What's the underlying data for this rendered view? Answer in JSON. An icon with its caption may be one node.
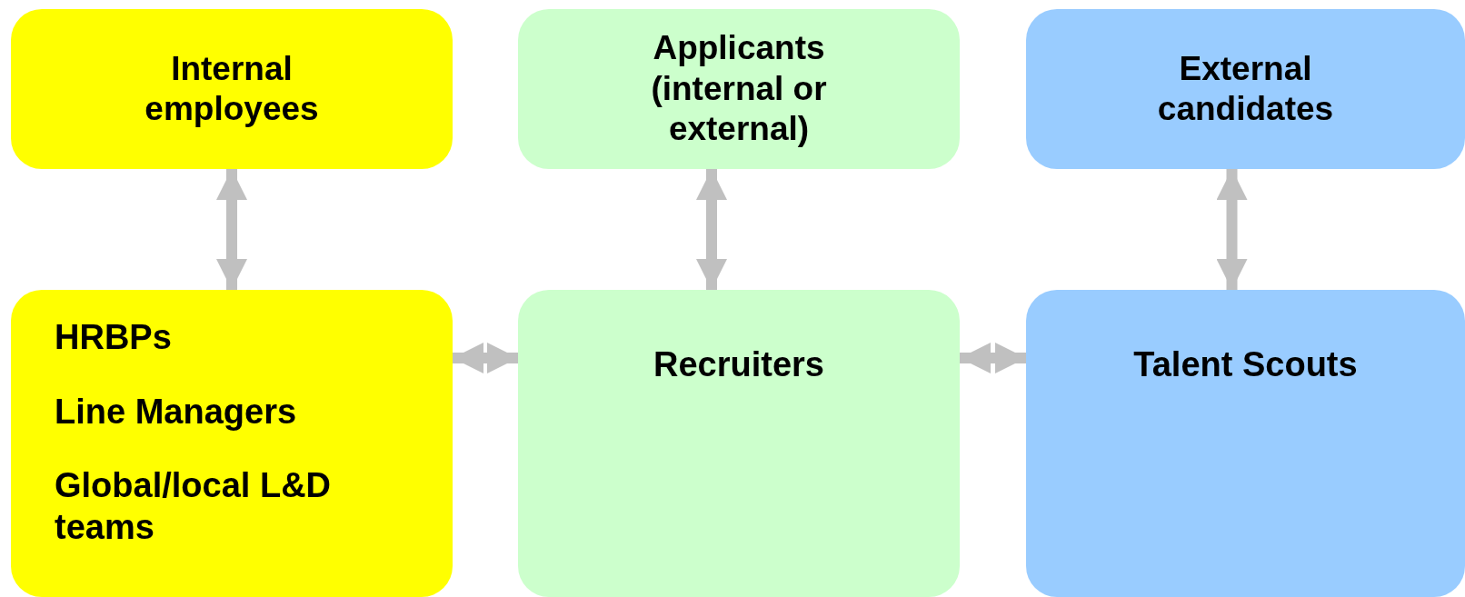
{
  "diagram": {
    "nodes": [
      {
        "text": [
          "Internal employees"
        ]
      },
      {
        "text": [
          "Applicants (internal or external)"
        ]
      },
      {
        "text": [
          "External candidates"
        ]
      },
      {
        "text": [
          "HRBPs",
          "Line Managers",
          "Global/local L&D teams"
        ]
      },
      {
        "text": [
          "Recruiters"
        ]
      },
      {
        "text": [
          "Talent Scouts"
        ]
      }
    ],
    "edges": [
      {
        "from": 0,
        "to": 3,
        "arrow": "both"
      },
      {
        "from": 1,
        "to": 4,
        "arrow": "both"
      },
      {
        "from": 2,
        "to": 5,
        "arrow": "both"
      },
      {
        "from": 3,
        "to": 4,
        "arrow": "both"
      },
      {
        "from": 4,
        "to": 5,
        "arrow": "both"
      }
    ]
  }
}
